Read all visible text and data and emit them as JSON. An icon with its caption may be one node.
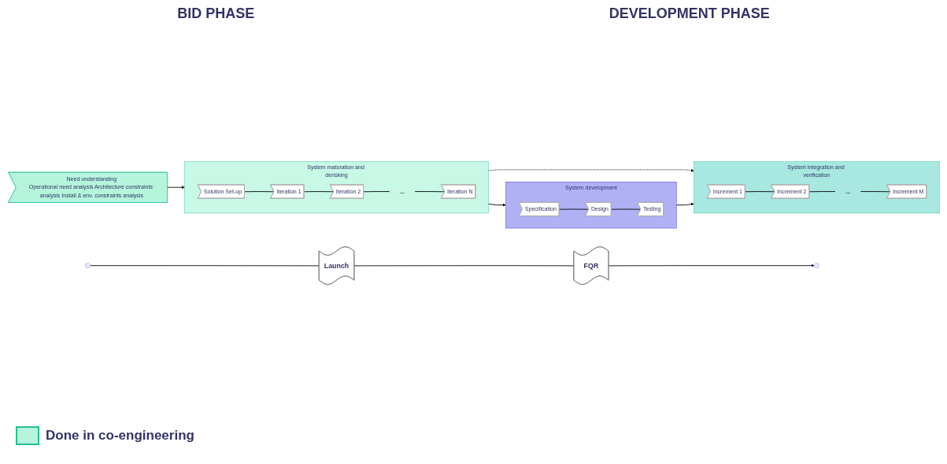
{
  "diagram": {
    "nodes": [
      {
        "text": [
          "Launch"
        ]
      },
      {
        "text": [
          "FQR"
        ]
      },
      {
        "text": [
          "Need understanding",
          "Operational need analysis Architecture constraints analysis Install & env. constraints analysis"
        ]
      },
      {
        "text": [
          "System development"
        ]
      },
      {
        "text": [
          "Specification"
        ],
        "in": 3
      },
      {
        "text": [
          "Design"
        ],
        "in": 3
      },
      {
        "text": [
          "Testing"
        ],
        "in": 3
      },
      {
        "text": [
          "System maturation and derisking"
        ]
      },
      {
        "text": [
          "Solution Set-up"
        ],
        "in": 7
      },
      {
        "text": [
          "Iteration 1"
        ],
        "in": 7
      },
      {
        "text": [
          "Iteration 2"
        ],
        "in": 7
      },
      {
        "text": [
          "..."
        ],
        "in": 7
      },
      {
        "text": [
          "Iteration N"
        ],
        "in": 7
      },
      {
        "text": [
          "System integration and verification"
        ]
      },
      {
        "text": [
          "Increment 1"
        ],
        "in": 13
      },
      {
        "text": [
          "Increment 2"
        ],
        "in": 13
      },
      {
        "text": [
          "..."
        ],
        "in": 13
      },
      {
        "text": [
          "Increment M"
        ],
        "in": 13
      }
    ],
    "edges": [
      {
        "from": null,
        "to": 0,
        "arrow": "none"
      },
      {
        "from": 0,
        "to": 1,
        "arrow": "none"
      },
      {
        "from": 1,
        "to": null,
        "arrow": "to"
      },
      {
        "from": 4,
        "to": 5,
        "arrow": "none"
      },
      {
        "from": 5,
        "to": 6,
        "arrow": "none"
      },
      {
        "from": 8,
        "to": 9,
        "arrow": "none"
      },
      {
        "from": 9,
        "to": 10,
        "arrow": "none"
      },
      {
        "from": 10,
        "to": 11,
        "arrow": "none"
      },
      {
        "from": 11,
        "to": 12,
        "arrow": "none"
      },
      {
        "from": 14,
        "to": 15,
        "arrow": "none"
      },
      {
        "from": 15,
        "to": 16,
        "arrow": "none"
      },
      {
        "from": 16,
        "to": 17,
        "arrow": "none"
      },
      {
        "from": 2,
        "to": 7,
        "arrow": "to"
      },
      {
        "from": 7,
        "to": 3,
        "arrow": "to"
      },
      {
        "from": 7,
        "to": 13,
        "arrow": "to",
        "style": "dashed"
      },
      {
        "from": 3,
        "to": 13,
        "arrow": "to"
      }
    ],
    "labels": [
      "BID PHASE",
      "DEVELOPMENT PHASE"
    ],
    "legend": [
      {
        "text": "Done in co-engineering",
        "color": "#b4f5dc"
      }
    ]
  }
}
